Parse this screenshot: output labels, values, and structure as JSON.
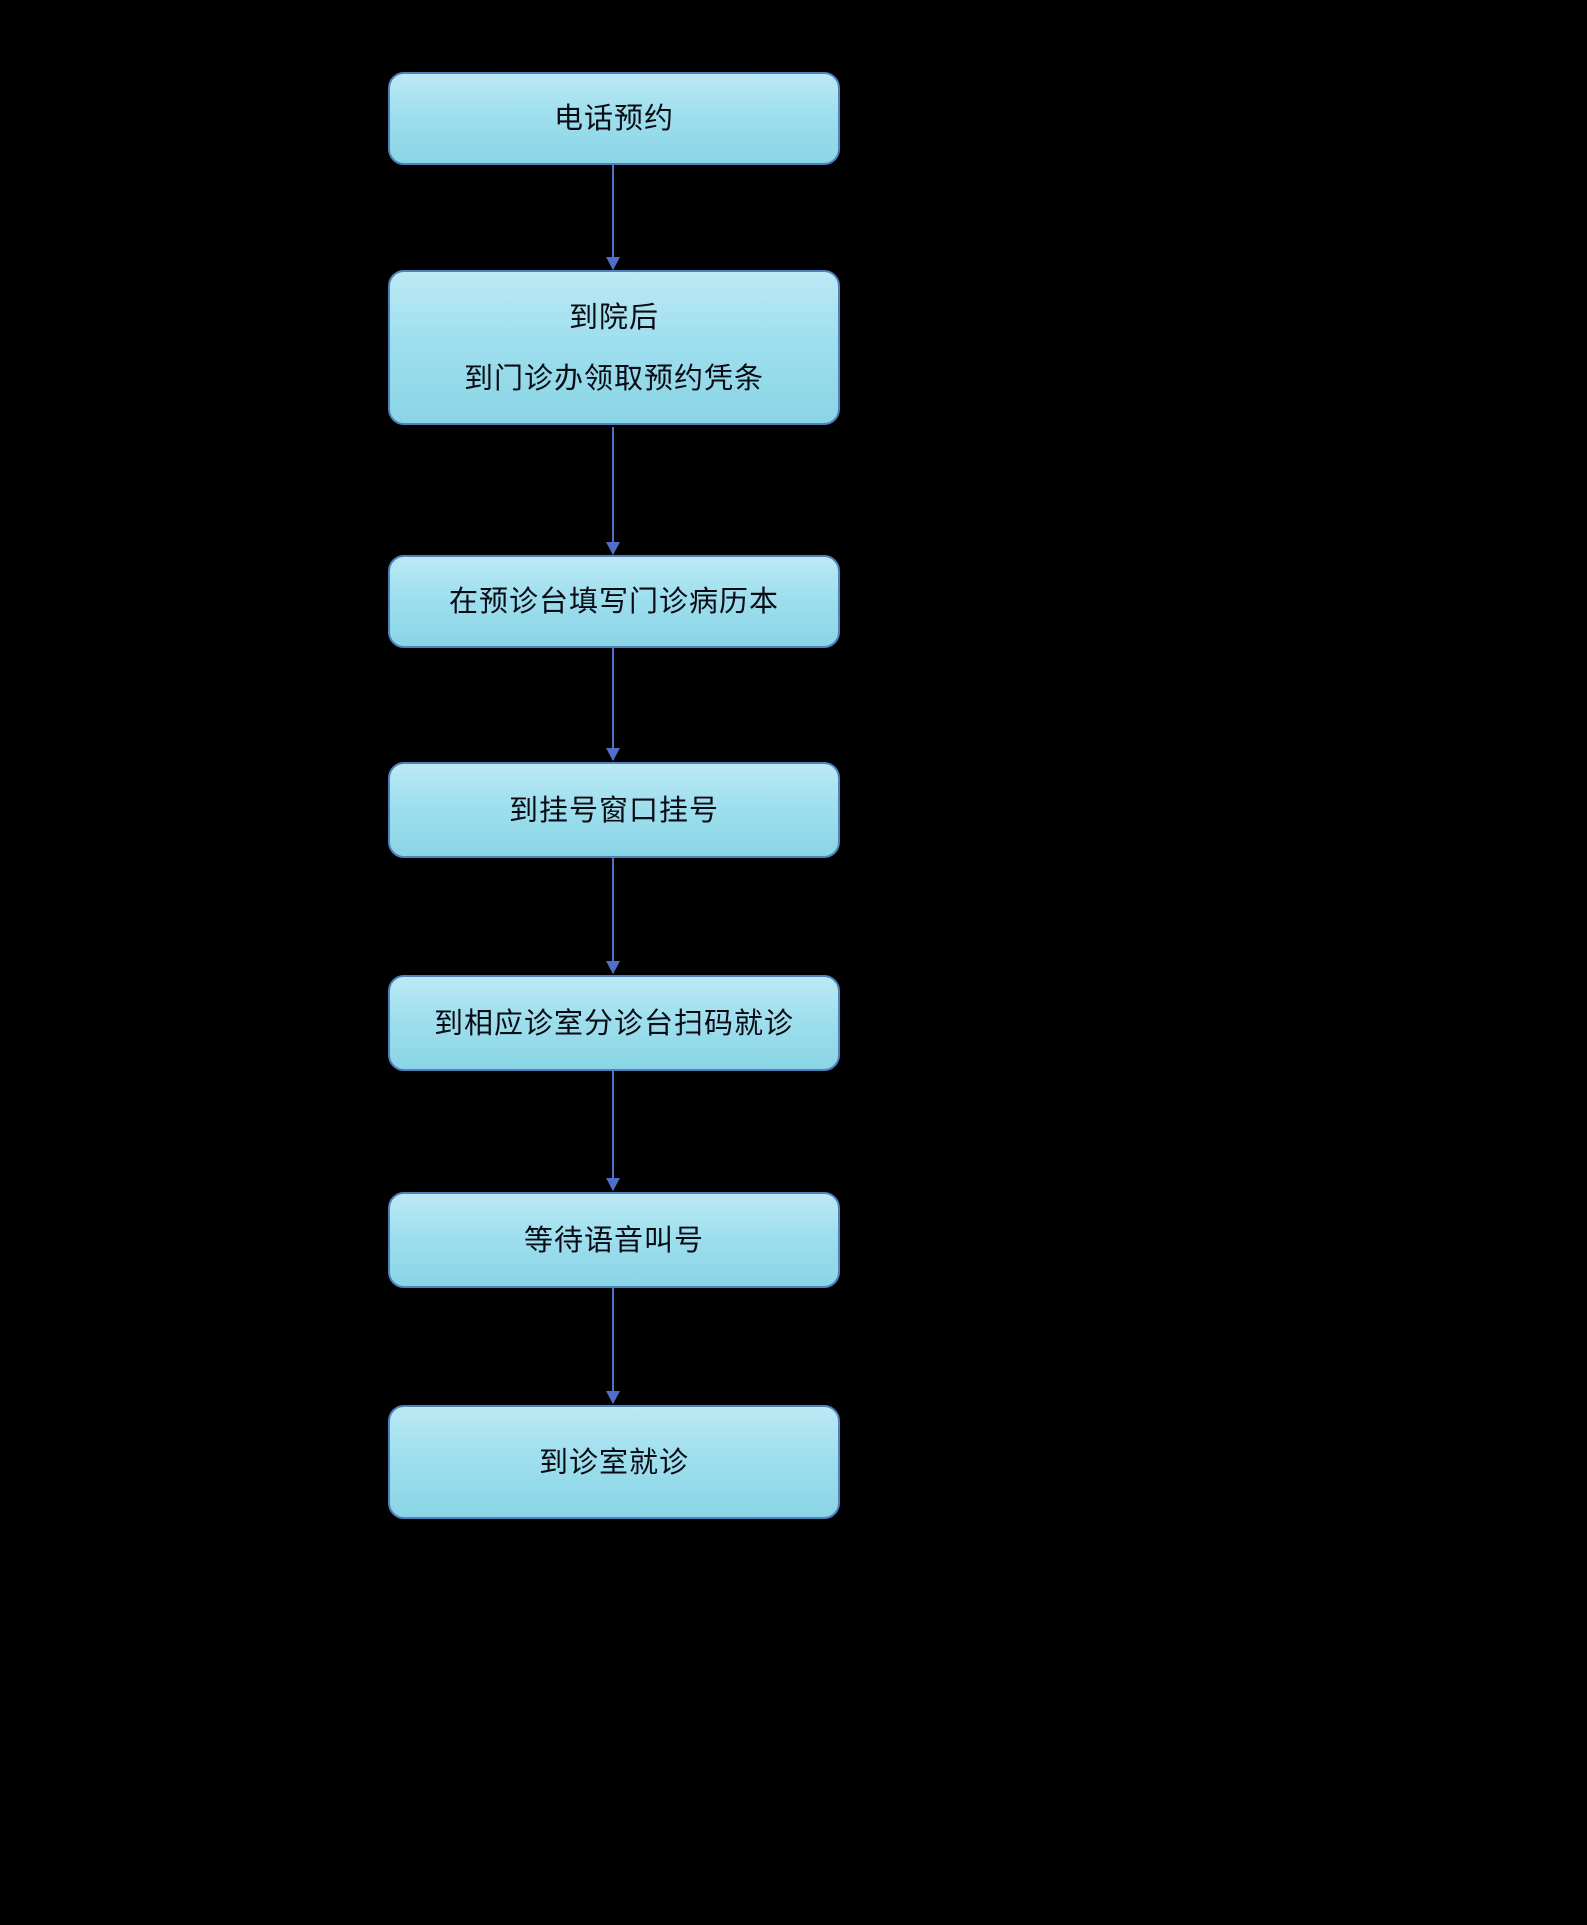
{
  "diagram": {
    "type": "flowchart",
    "direction": "top-to-bottom",
    "background_color": "#000000",
    "box_fill_top": "#bce9f4",
    "box_fill_bottom": "#8ad5e5",
    "box_border_color": "#4f81bd",
    "arrow_color": "#4f6fc8",
    "text_color": "#0b0b14"
  },
  "nodes": [
    {
      "label": "电话预约"
    },
    {
      "line1": "到院后",
      "line2": "到门诊办领取预约凭条"
    },
    {
      "label": "在预诊台填写门诊病历本"
    },
    {
      "label": "到挂号窗口挂号"
    },
    {
      "label": "到相应诊室分诊台扫码就诊"
    },
    {
      "label": "等待语音叫号"
    },
    {
      "label": "到诊室就诊"
    }
  ]
}
